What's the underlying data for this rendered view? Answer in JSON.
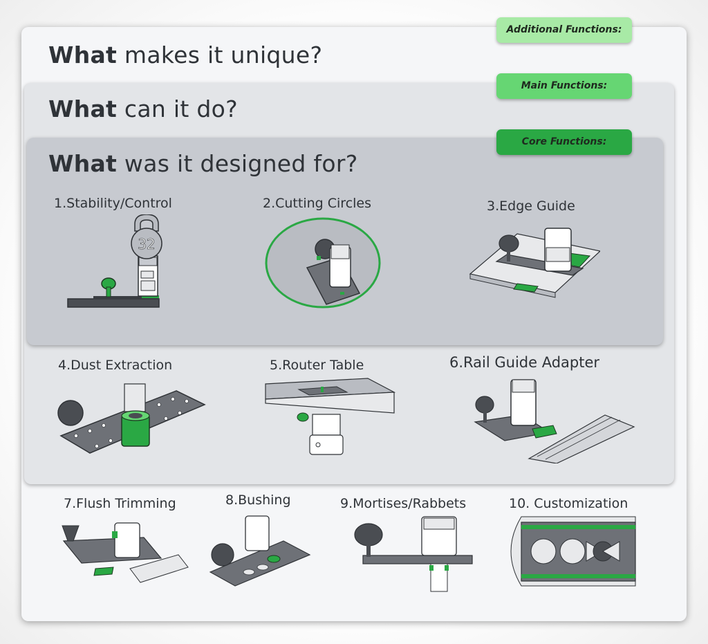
{
  "headings": {
    "unique": {
      "bold": "What",
      "rest": " makes it unique?"
    },
    "can_do": {
      "bold": "What",
      "rest": " can it do?"
    },
    "designed_for": {
      "bold": "What",
      "rest": " was it designed for?"
    }
  },
  "badges": {
    "additional": "Additional Functions:",
    "main": "Main Functions:",
    "core": "Core Functions:"
  },
  "core_items": [
    {
      "label": "1.Stability/Control",
      "icon": "kettlebell-router-icon"
    },
    {
      "label": "2.Cutting Circles",
      "icon": "circle-cutting-icon"
    },
    {
      "label": "3.Edge Guide",
      "icon": "edge-guide-icon"
    }
  ],
  "main_items": [
    {
      "label": "4.Dust Extraction",
      "icon": "dust-extraction-icon"
    },
    {
      "label": "5.Router Table",
      "icon": "router-table-icon"
    },
    {
      "label": "6.Rail Guide Adapter",
      "icon": "rail-guide-icon"
    }
  ],
  "additional_items": [
    {
      "label": "7.Flush Trimming",
      "icon": "flush-trimming-icon"
    },
    {
      "label": "8.Bushing",
      "icon": "bushing-icon"
    },
    {
      "label": "9.Mortises/Rabbets",
      "icon": "mortise-icon"
    },
    {
      "label": "10. Customization",
      "icon": "customization-icon"
    }
  ],
  "kettlebell_weight": "32",
  "colors": {
    "accent_green": "#2aa844",
    "light_green": "#a8eaa6",
    "mid_green": "#66d673",
    "plate_gray": "#6e7177",
    "outline": "#3a3d42"
  }
}
